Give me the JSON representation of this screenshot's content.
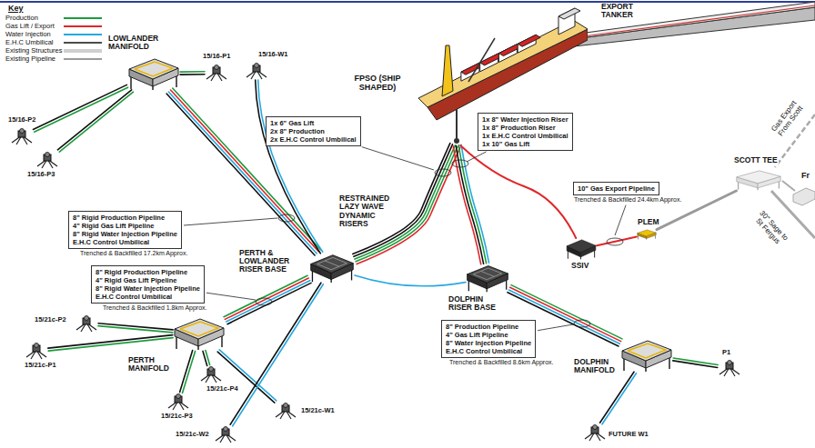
{
  "diagram": {
    "nodes": [
      {
        "text": [
          "EXPORT TANKER"
        ]
      },
      {
        "text": [
          "FPSO (SHIP SHAPED)"
        ]
      },
      {
        "text": [
          "LOWLANDER MANIFOLD"
        ]
      },
      {
        "text": [
          "15/16-P1"
        ]
      },
      {
        "text": [
          "15/16-W1"
        ]
      },
      {
        "text": [
          "15/16-P2"
        ]
      },
      {
        "text": [
          "15/16-P3"
        ]
      },
      {
        "text": [
          "1x 6\" Gas Lift",
          "2x 8\" Production",
          "2x E.H.C Control Umbilical"
        ]
      },
      {
        "text": [
          "1x 8\" Water Injection Riser",
          "1x 8\" Production Riser",
          "1x E.H.C Control Umbilical",
          "1x 10\" Gas Lift"
        ]
      },
      {
        "text": [
          "SCOTT TEE"
        ]
      },
      {
        "text": [
          "10\" Gas Export Pipeline"
        ]
      },
      {
        "text": [
          "PLEM"
        ]
      },
      {
        "text": [
          "SSIV"
        ]
      },
      {
        "text": [
          "8\" Rigid Production Pipeline",
          "4\" Rigid Gas Lift Pipeline",
          "8\" Rigid Water Injection Pipeline",
          "E.H.C Control Umbilical"
        ]
      },
      {
        "text": [
          "PERTH & LOWLANDER RISER BASE"
        ]
      },
      {
        "text": [
          "8\" Rigid Production Pipeline",
          "4\" Rigid Gas Lift Pipeline",
          "8\" Rigid Water Injection Pipeline",
          "E.H.C Control Umbilical"
        ]
      },
      {
        "text": [
          "DOLPHIN RISER BASE"
        ]
      },
      {
        "text": [
          "PERTH MANIFOLD"
        ]
      },
      {
        "text": [
          "15/21c-P2"
        ]
      },
      {
        "text": [
          "15/21c-P1"
        ]
      },
      {
        "text": [
          "8\" Production Pipeline",
          "4\" Gas Lift Pipeline",
          "8\" Water Injection Pipeline",
          "E.H.C Control Umbilical"
        ]
      },
      {
        "text": [
          "DOLPHIN MANIFOLD"
        ]
      },
      {
        "text": [
          "P1"
        ]
      },
      {
        "text": [
          "15/21c-P4"
        ]
      },
      {
        "text": [
          "15/21c-P3"
        ]
      },
      {
        "text": [
          "15/21c-W1"
        ]
      },
      {
        "text": [
          "15/21c-W2"
        ]
      },
      {
        "text": [
          "FUTURE W1"
        ]
      }
    ],
    "edges": [
      {
        "from": 3,
        "to": 2,
        "arrow": "none"
      },
      {
        "from": 5,
        "to": 2,
        "arrow": "none"
      },
      {
        "from": 6,
        "to": 2,
        "arrow": "none"
      },
      {
        "from": 2,
        "to": 14,
        "arrow": "none"
      },
      {
        "from": 4,
        "to": 14,
        "arrow": "none"
      },
      {
        "from": 1,
        "to": 14,
        "arrow": "none"
      },
      {
        "from": 1,
        "to": 16,
        "arrow": "none"
      },
      {
        "from": 17,
        "to": 14,
        "arrow": "none"
      },
      {
        "from": 18,
        "to": 17,
        "arrow": "none"
      },
      {
        "from": 19,
        "to": 17,
        "arrow": "none"
      },
      {
        "from": 23,
        "to": 17,
        "arrow": "none"
      },
      {
        "from": 24,
        "to": 17,
        "arrow": "none"
      },
      {
        "from": 25,
        "to": 17,
        "arrow": "none"
      },
      {
        "from": 26,
        "to": 14,
        "arrow": "none"
      },
      {
        "from": 16,
        "to": 21,
        "arrow": "none"
      },
      {
        "from": 22,
        "to": 21,
        "arrow": "none"
      },
      {
        "from": 27,
        "to": 21,
        "arrow": "none"
      },
      {
        "from": 14,
        "to": 16,
        "arrow": "none"
      },
      {
        "from": 1,
        "to": 12,
        "arrow": "none"
      },
      {
        "from": 12,
        "to": 11,
        "arrow": "none"
      },
      {
        "from": 11,
        "to": 9,
        "arrow": "none"
      }
    ],
    "labels": [
      "Key",
      "RESTRAINED LAZY WAVE DYNAMIC RISERS",
      "Gas Export From Scott",
      "Fr",
      "Trenched & Backfilled 24.4km Approx.",
      "30\" Sage to St Fergus",
      "Trenched & Backfilled 17.2km Approx.",
      "Trenched & Backfilled 1.8km Approx.",
      "Trenched & Backfilled 8.6km Approx."
    ],
    "legend": [
      {
        "text": "Production"
      },
      {
        "text": "Gas Lift / Export"
      },
      {
        "text": "Water Injection"
      },
      {
        "text": "E.H.C Umbilical"
      },
      {
        "text": "Existing Structures"
      },
      {
        "text": "Existing Pipeline"
      }
    ]
  }
}
